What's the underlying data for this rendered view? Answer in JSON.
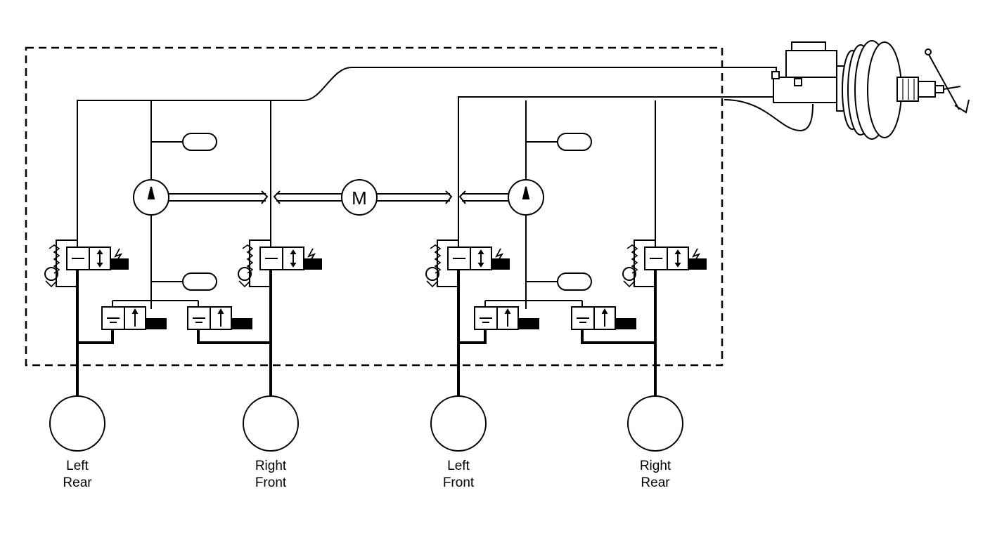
{
  "motor": {
    "label": "M"
  },
  "wheels": [
    {
      "line1": "Left",
      "line2": "Rear"
    },
    {
      "line1": "Right",
      "line2": "Front"
    },
    {
      "line1": "Left",
      "line2": "Front"
    },
    {
      "line1": "Right",
      "line2": "Rear"
    }
  ]
}
